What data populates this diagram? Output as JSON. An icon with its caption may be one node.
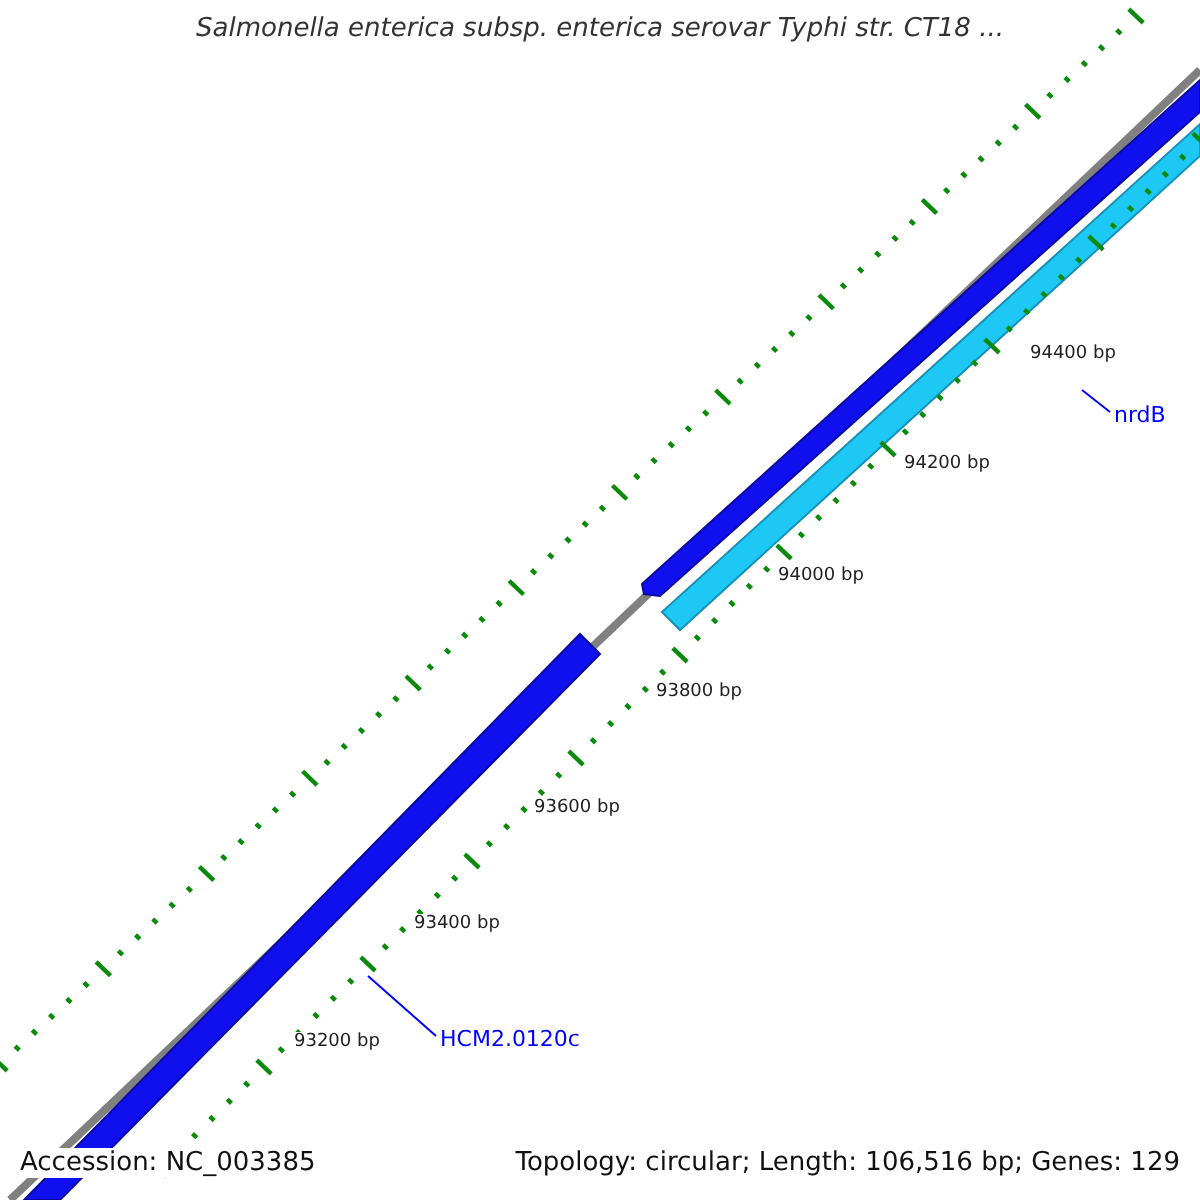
{
  "diagram": {
    "title": "Salmonella enterica subsp. enterica serovar Typhi str. CT18 ...",
    "nodes": [
      {
        "text": [
          "HCM2.0120c"
        ]
      },
      {
        "text": [
          "nrdB"
        ]
      }
    ],
    "edges": [
      {
        "from": 0,
        "to": null,
        "arrow": "none"
      },
      {
        "from": 1,
        "to": null,
        "arrow": "none"
      }
    ],
    "labels": [
      "94400 bp",
      "94200 bp",
      "94000 bp",
      "93800 bp",
      "93600 bp",
      "93400 bp",
      "93200 bp",
      "Accession: NC_003385",
      "Topology: circular; Length: 106,516 bp; Genes: 129"
    ]
  }
}
